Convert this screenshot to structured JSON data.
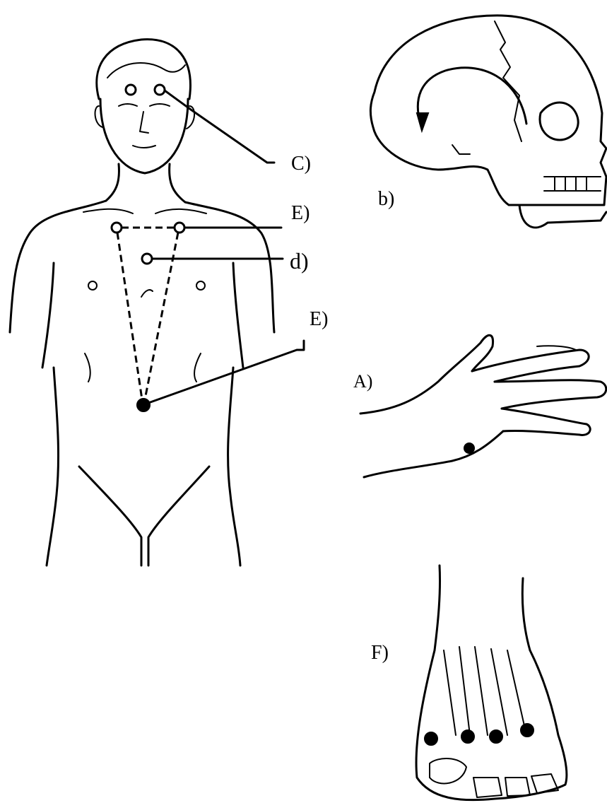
{
  "labels": {
    "head_points": "C)",
    "chest_upper": "E)",
    "chest_mid": "d)",
    "abdomen": "E)",
    "skull": "b)",
    "hand": "A)",
    "foot": "F)"
  },
  "colors": {
    "ink": "#000000",
    "background": "#ffffff"
  },
  "icons": [
    "body-figure",
    "skull-drawing",
    "hand-drawing",
    "foot-drawing"
  ]
}
